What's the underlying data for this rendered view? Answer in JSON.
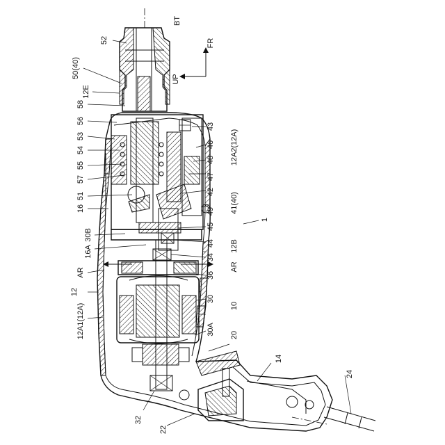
{
  "labels": {
    "BT": "BT",
    "L52": "52",
    "L50_40": "50(40)",
    "L12E": "12E",
    "L58": "58",
    "L56": "56",
    "L53": "53",
    "L54": "54",
    "L55": "55",
    "L57": "57",
    "L51": "51",
    "L16": "16",
    "L30B": "30B",
    "L16A": "16A",
    "LAR_left": "AR",
    "L12": "12",
    "L12A1": "12A1(12A)",
    "L43": "43",
    "L46": "46",
    "L12A2": "12A2(12A)",
    "L48": "48",
    "L47": "47",
    "L42": "42",
    "L41_40": "41(40)",
    "L49": "49",
    "L45": "45",
    "L44": "44",
    "L12B": "12B",
    "L34": "34",
    "LAR_right": "AR",
    "L36": "36",
    "L30": "30",
    "L10": "10",
    "L30A": "30A",
    "L20": "20",
    "L14": "14",
    "L24": "24",
    "L32": "32",
    "L22": "22",
    "L1": "1",
    "FR": "FR",
    "UP": "UP"
  }
}
